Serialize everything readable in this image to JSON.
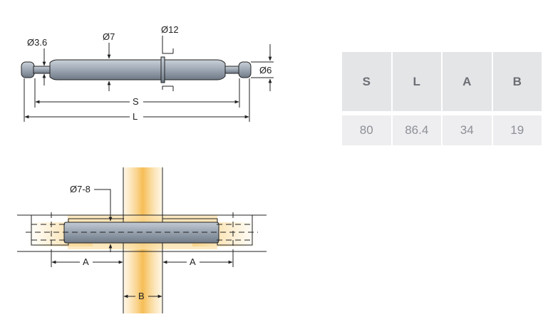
{
  "top_drawing": {
    "labels": {
      "d_end": "Ø3.6",
      "d_body": "Ø7",
      "d_collar": "Ø12",
      "d_head": "Ø6",
      "s": "S",
      "l": "L"
    }
  },
  "bottom_drawing": {
    "labels": {
      "d_hole": "Ø7-8",
      "a_left": "A",
      "a_right": "A",
      "b": "B"
    }
  },
  "table": {
    "headers": [
      "S",
      "L",
      "A",
      "B"
    ],
    "values": [
      "80",
      "86.4",
      "34",
      "19"
    ]
  },
  "colors": {
    "pin": "#98a3b0",
    "wood": "#f7c66a",
    "header_bg": "#e4e5e7",
    "cell_bg": "#eeeef0"
  }
}
